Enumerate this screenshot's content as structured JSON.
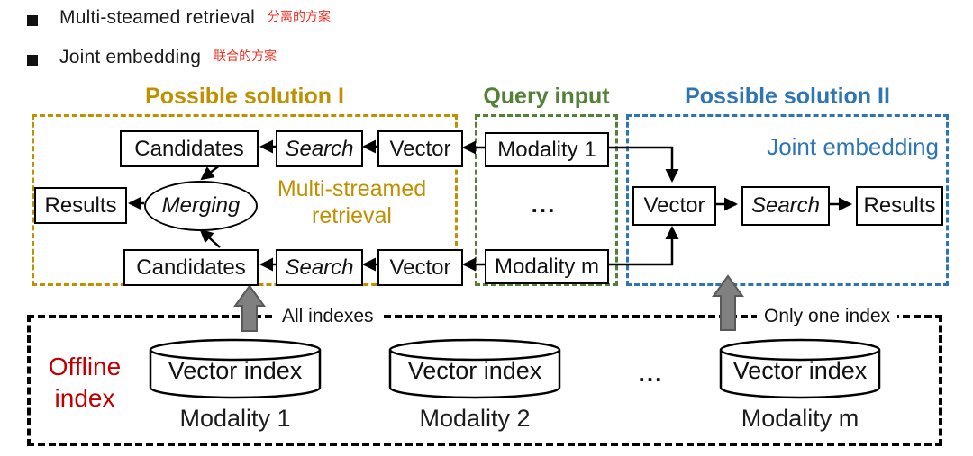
{
  "bullets": [
    {
      "label": "Multi-steamed retrieval",
      "annotation": "分离的方案"
    },
    {
      "label": "Joint embedding",
      "annotation": "联合的方案"
    }
  ],
  "colors": {
    "solution1_accent": "#BF9000",
    "query_accent": "#538135",
    "solution2_accent": "#2E75B6",
    "annotation_red": "#EE3124",
    "offline_red": "#C00000",
    "block_arrow_fill": "#808080",
    "block_arrow_border": "#595959"
  },
  "sections": {
    "solution1": {
      "title": "Possible solution I",
      "label_line1": "Multi-streamed",
      "label_line2": "retrieval",
      "nodes": {
        "candidates_top": "Candidates",
        "search_top": "Search",
        "vector_top": "Vector",
        "results": "Results",
        "merging": "Merging",
        "candidates_bottom": "Candidates",
        "search_bottom": "Search",
        "vector_bottom": "Vector"
      }
    },
    "query": {
      "title": "Query input",
      "modality_top": "Modality 1",
      "ellipsis": "...",
      "modality_bottom": "Modality m"
    },
    "solution2": {
      "title": "Possible solution II",
      "label": "Joint embedding",
      "nodes": {
        "vector": "Vector",
        "search": "Search",
        "results": "Results"
      }
    },
    "offline": {
      "label_line1": "Offline",
      "label_line2": "index",
      "all_indexes_label": "All indexes",
      "only_one_index_label": "Only one index",
      "ellipsis": "...",
      "cylinders": [
        {
          "label": "Vector index",
          "modality": "Modality 1"
        },
        {
          "label": "Vector index",
          "modality": "Modality 2"
        },
        {
          "label": "Vector index",
          "modality": "Modality m"
        }
      ]
    }
  }
}
